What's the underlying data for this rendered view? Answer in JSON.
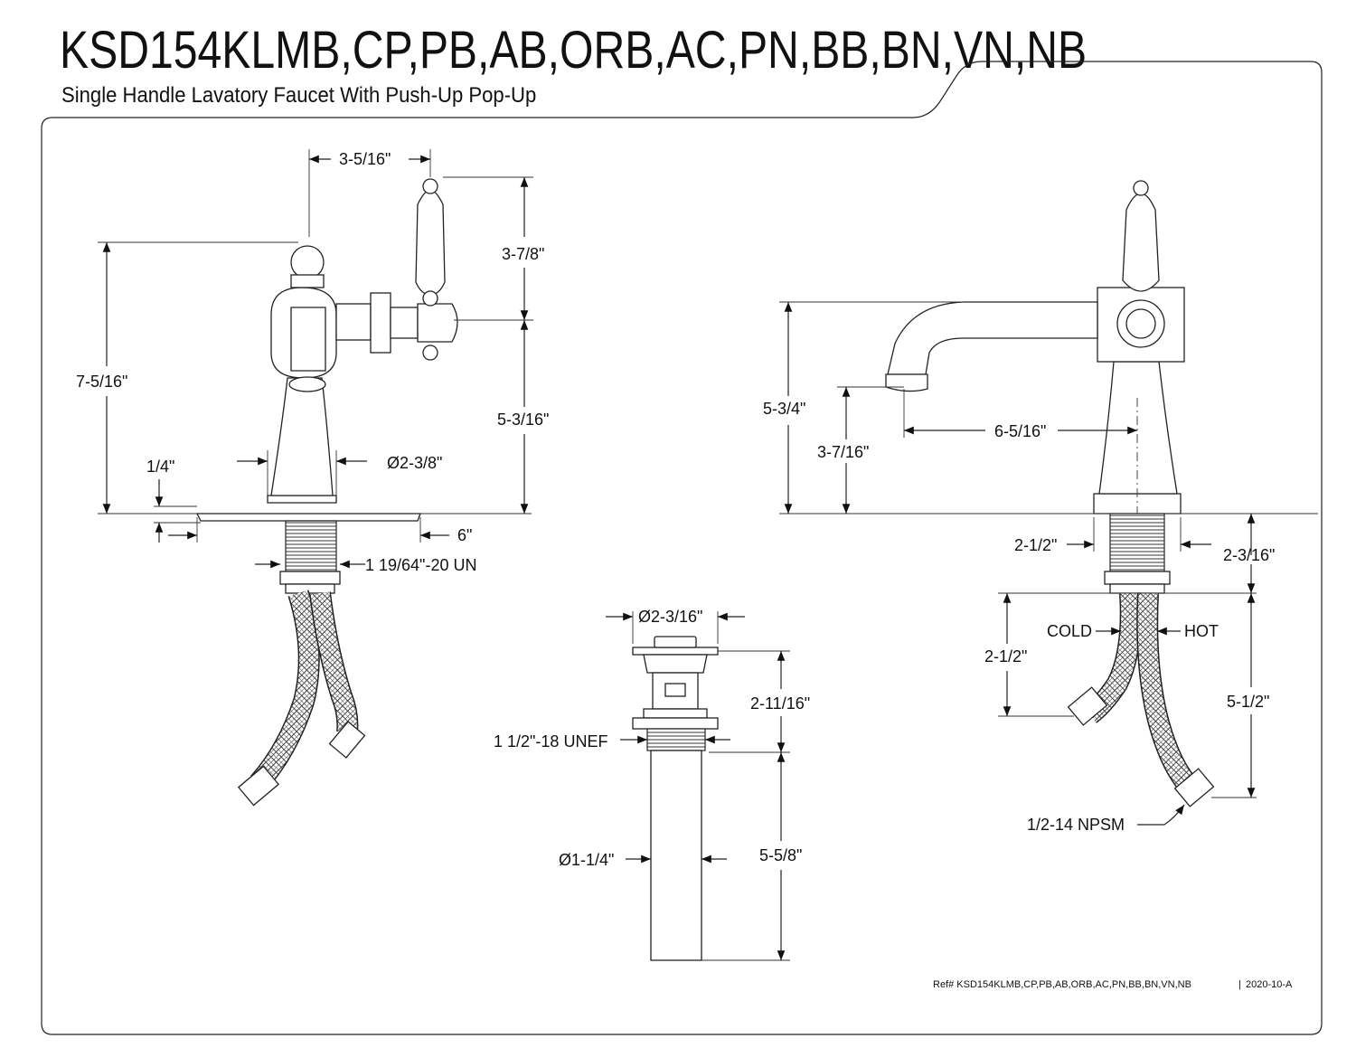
{
  "header": {
    "title": "KSD154KLMB,CP,PB,AB,ORB,AC,PN,BB,BN,VN,NB",
    "subtitle": "Single Handle Lavatory Faucet With Push-Up Pop-Up"
  },
  "front_view": {
    "handle_offset": "3-5/16\"",
    "handle_height": "3-7/8\"",
    "overall_height": "7-5/16\"",
    "spout_height": "5-3/16\"",
    "plate_thickness": "1/4\"",
    "base_diameter": "Ø2-3/8\"",
    "plate_width": "6\"",
    "shank_thread": "1 19/64\"-20 UN"
  },
  "side_view": {
    "spout_height": "5-3/4\"",
    "spout_clearance": "3-7/16\"",
    "spout_reach": "6-5/16\"",
    "shank_length": "2-1/2\"",
    "base_height": "2-3/16\"",
    "hose_drop": "2-1/2\"",
    "hose_length": "5-1/2\"",
    "cold_label": "COLD",
    "hot_label": "HOT",
    "connection_thread": "1/2-14 NPSM"
  },
  "drain": {
    "flange_diameter": "Ø2-3/16\"",
    "body_height": "2-11/16\"",
    "body_thread": "1 1/2\"-18 UNEF",
    "tail_diameter": "Ø1-1/4\"",
    "tail_length": "5-5/8\""
  },
  "footer": {
    "reference": "Ref# KSD154KLMB,CP,PB,AB,ORB,AC,PN,BB,BN,VN,NB",
    "revision": "2020-10-A"
  }
}
